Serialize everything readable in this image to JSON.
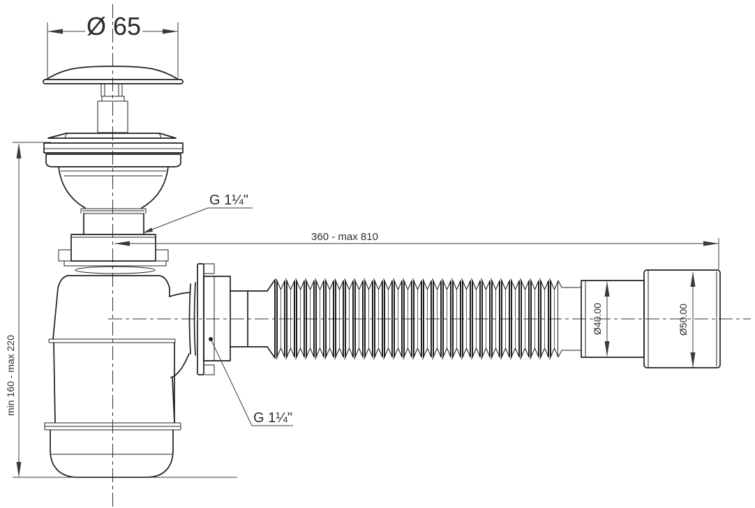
{
  "drawing": {
    "labels": {
      "cap_diameter": "Ø 65",
      "thread_top": "G 1¼\"",
      "thread_side": "G 1¼\"",
      "length_range": "360 - max 810",
      "diameter_40": "Ø40.00",
      "diameter_50": "Ø50.00",
      "height_range": "min 160 - max 220"
    },
    "colors": {
      "outline": "#1f1f1f",
      "dimension": "#3a3a3a",
      "background": "#ffffff"
    }
  }
}
